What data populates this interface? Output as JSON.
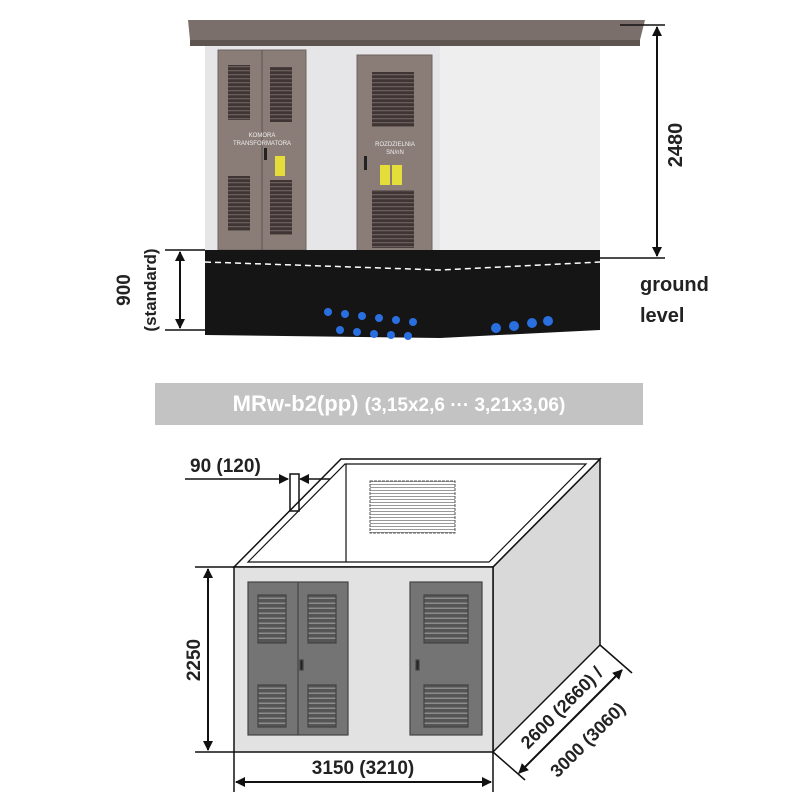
{
  "top_view": {
    "height_dim": "2480",
    "base_dim": "900",
    "base_dim_note": "(standard)",
    "ground_label_1": "ground",
    "ground_label_2": "level",
    "door_left_label_1": "KOMORA",
    "door_left_label_2": "TRANSFORMATORA",
    "door_right_label_1": "ROZDZIELNIA",
    "door_right_label_2": "SN/nN"
  },
  "banner": {
    "model": "MRw-b2(pp)",
    "sizes": "(3,15x2,6 ··· 3,21x3,06)"
  },
  "drawing": {
    "wall_dim": "90 (120)",
    "height_dim": "2250",
    "width_dim": "3150 (3210)",
    "depth_dim_1": "2600 (2660) /",
    "depth_dim_2": "3000 (3060)"
  },
  "colors": {
    "roof": "#7a6f6a",
    "body": "#e4e4e6",
    "door": "#8a7d78",
    "base": "#151515",
    "banner": "#c3c3c3",
    "drawing_door": "#707070"
  }
}
